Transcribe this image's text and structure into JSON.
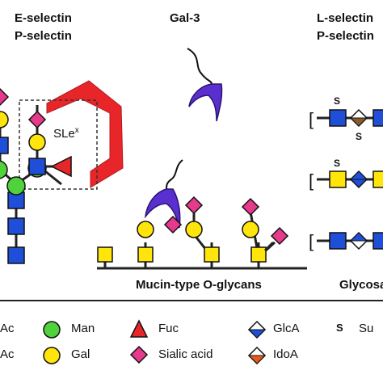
{
  "headers": {
    "e_selectin": "E-selectin",
    "p_selectin": "P-selectin",
    "gal3": "Gal-3",
    "l_selectin_clipped": "L-selectin",
    "p_selectin_clipped": "P-selectin"
  },
  "annotations": {
    "slex": "SLe",
    "slex_sup": "x",
    "sulfate_mark": "S"
  },
  "captions": {
    "mucin": "Mucin-type O-glycans",
    "glycosa_clipped": "Glycosa"
  },
  "legend": {
    "row1": [
      {
        "label": "Ac"
      },
      {
        "label": "Man"
      },
      {
        "label": "Fuc"
      },
      {
        "label": "GlcA"
      },
      {
        "label": "S"
      },
      {
        "label": "Su"
      }
    ],
    "row2": [
      {
        "label": "Ac"
      },
      {
        "label": "Gal"
      },
      {
        "label": "Sialic acid"
      },
      {
        "label": "IdoA"
      }
    ]
  },
  "colors": {
    "glcnac_blue": "#1f4fd8",
    "gal_yellow": "#ffe50a",
    "man_green": "#4fd23a",
    "fuc_red": "#e8262a",
    "sialic_pink": "#e63a8c",
    "xyl_yellow": "#ffe50a",
    "gal3_purple": "#5a2fd0",
    "selectin_red": "#e8262a",
    "glca_blue": "#1f4fd8",
    "idoa_orange": "#e85a1a",
    "sulf_brown": "#8b5a2b"
  }
}
